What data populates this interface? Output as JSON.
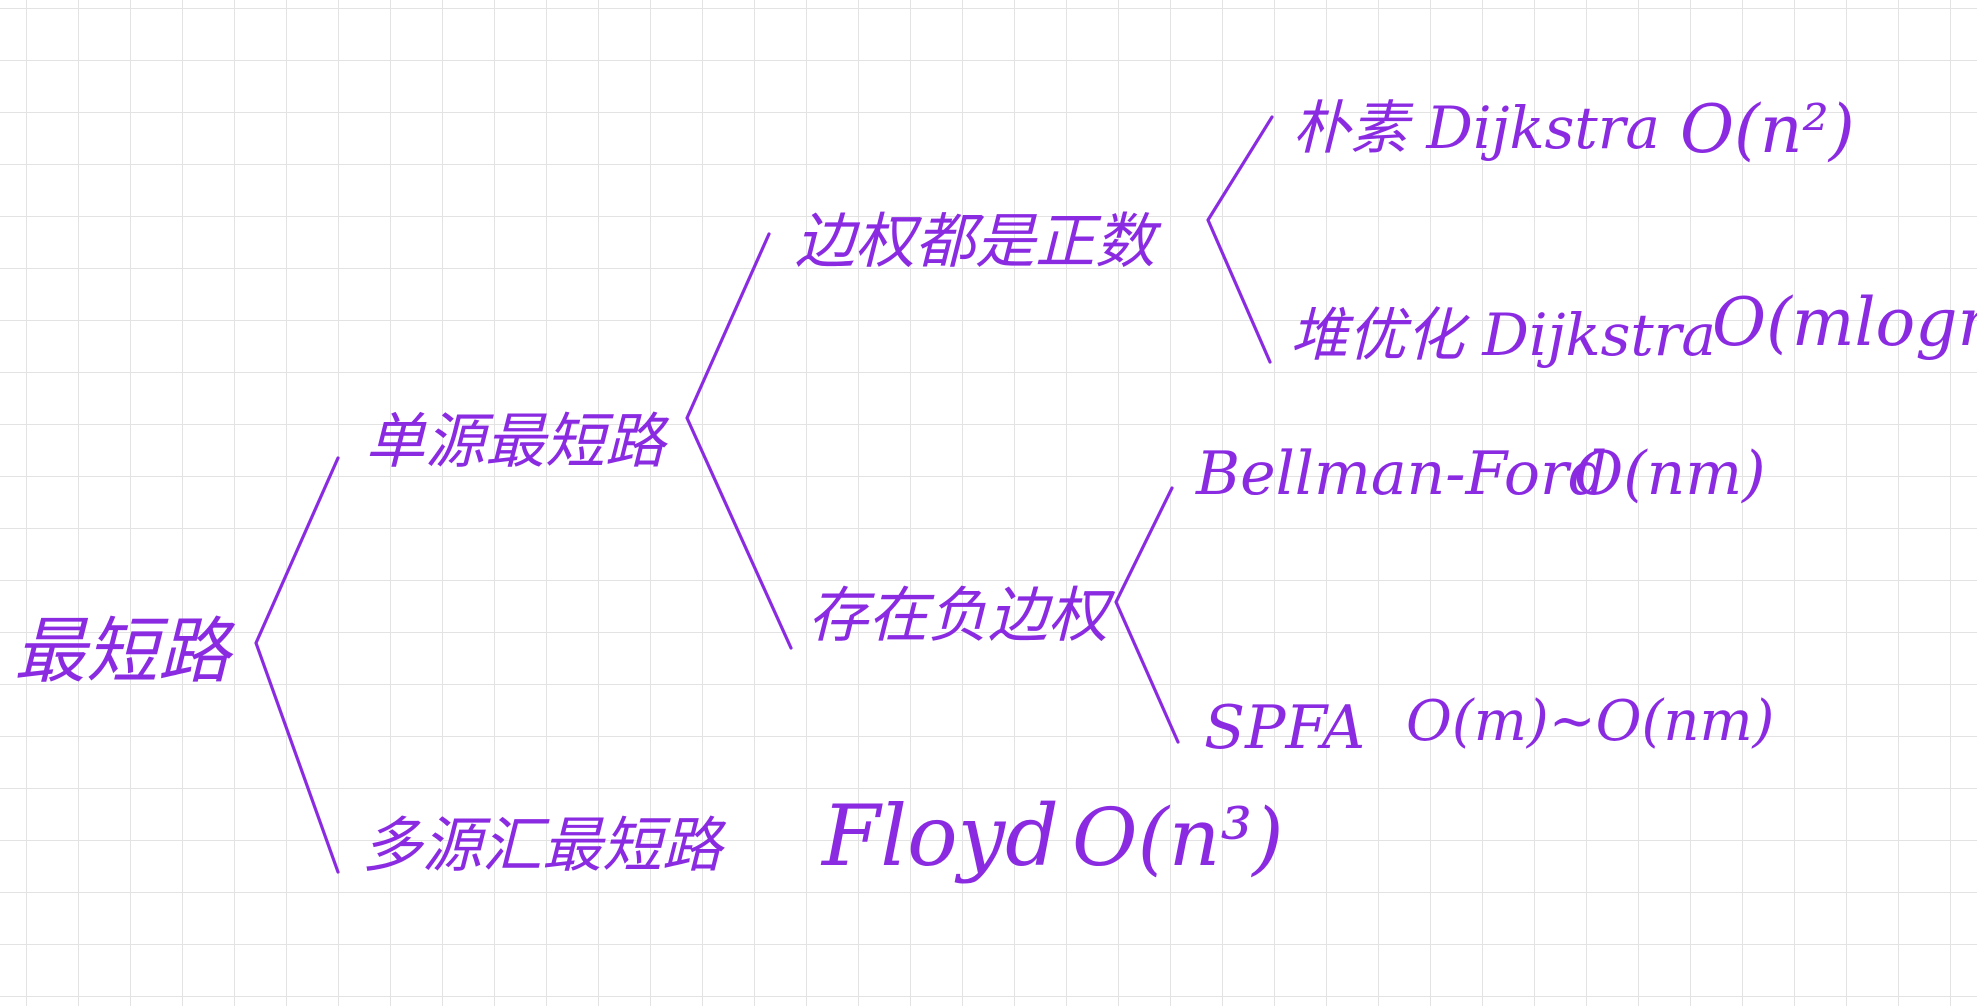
{
  "accent_color": "#8a2be2",
  "tree": {
    "root": "最短路",
    "single_source": "单源最短路",
    "multi_source": "多源汇最短路",
    "positive_weights": "边权都是正数",
    "negative_weights": "存在负边权",
    "naive_dijkstra": "朴素 Dijkstra",
    "naive_dijkstra_complexity": "O(n²)",
    "heap_dijkstra": "堆优化 Dijkstra",
    "heap_dijkstra_complexity": "O(mlogn)",
    "bellman_ford": "Bellman-Ford",
    "bellman_ford_complexity": "O(nm)",
    "spfa": "SPFA",
    "spfa_complexity": "O(m)~O(nm)",
    "floyd": "Floyd",
    "floyd_complexity": "O(n³)"
  }
}
